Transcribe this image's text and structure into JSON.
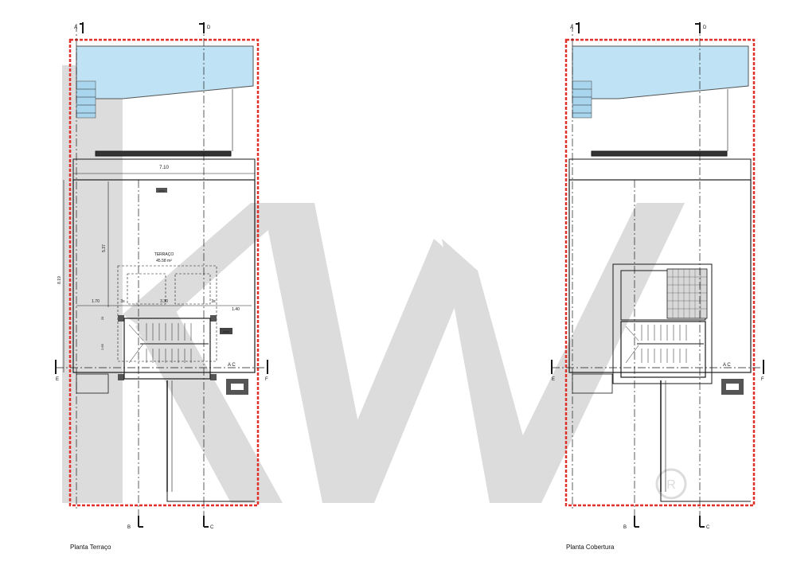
{
  "colors": {
    "boundary": "#e0302a",
    "water": "#bfe3f5",
    "watermark": "#dadada",
    "line": "#1a1a1a"
  },
  "plans": [
    {
      "caption": "Planta Terraço",
      "sections": {
        "a": "A",
        "b": "B",
        "c": "C",
        "d": "D",
        "e": "E",
        "f": "F",
        "ac": "A C"
      },
      "dims": {
        "width_total": "7.10",
        "depth": "8.19",
        "upper": "5.37",
        "left": "1.70",
        "mid": "3.30",
        "right": "1.40",
        "post_left": "3s",
        "post_right": "3s",
        "small_v": "20",
        "lower": "2.65"
      },
      "room_name": "TERRAÇO",
      "room_area": "45.58 m²",
      "tags": [
        "C8.52",
        "C8.52"
      ]
    },
    {
      "caption": "Planta Cobertura",
      "sections": {
        "a": "A",
        "b": "B",
        "c": "C",
        "d": "D",
        "e": "E",
        "f": "F",
        "ac": "A C"
      }
    }
  ],
  "watermark": "KW"
}
